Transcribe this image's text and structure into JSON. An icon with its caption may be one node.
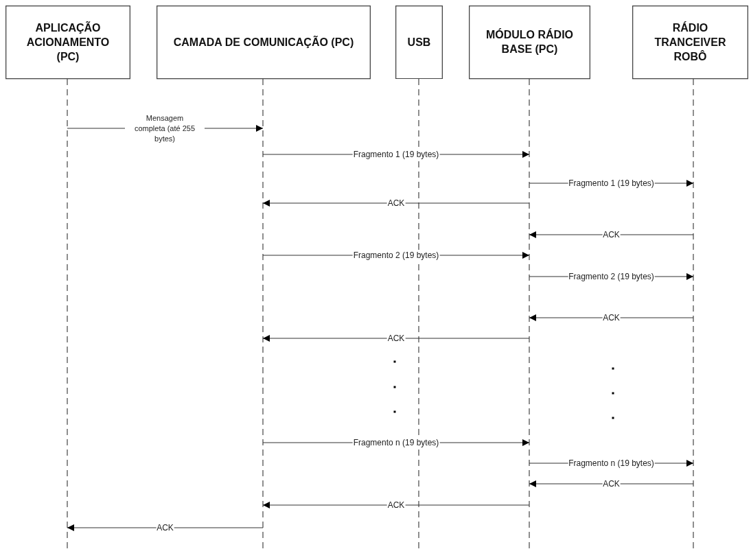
{
  "diagram": {
    "nodes": [
      {
        "text": [
          "APLICAÇÃO ACIONAMENTO (PC)"
        ]
      },
      {
        "text": [
          "CAMADA DE COMUNICAÇÃO (PC)"
        ]
      },
      {
        "text": [
          "USB"
        ]
      },
      {
        "text": [
          "MÓDULO RÁDIO BASE (PC)"
        ]
      },
      {
        "text": [
          "RÁDIO TRANCEIVER ROBÔ"
        ]
      }
    ],
    "edges": [
      {
        "from": 0,
        "to": 1,
        "arrow": "to",
        "label": "Mensagem completa (até 255 bytes)"
      },
      {
        "from": 1,
        "to": 3,
        "arrow": "to",
        "label": "Fragmento 1 (19 bytes)"
      },
      {
        "from": 3,
        "to": 4,
        "arrow": "to",
        "label": "Fragmento 1 (19 bytes)"
      },
      {
        "from": 3,
        "to": 1,
        "arrow": "to",
        "label": "ACK"
      },
      {
        "from": 4,
        "to": 3,
        "arrow": "to",
        "label": "ACK"
      },
      {
        "from": 1,
        "to": 3,
        "arrow": "to",
        "label": "Fragmento 2 (19 bytes)"
      },
      {
        "from": 3,
        "to": 4,
        "arrow": "to",
        "label": "Fragmento 2 (19 bytes)"
      },
      {
        "from": 4,
        "to": 3,
        "arrow": "to",
        "label": "ACK"
      },
      {
        "from": 3,
        "to": 1,
        "arrow": "to",
        "label": "ACK"
      },
      {
        "from": 1,
        "to": 3,
        "arrow": "to",
        "label": "Fragmento n (19 bytes)"
      },
      {
        "from": 3,
        "to": 4,
        "arrow": "to",
        "label": "Fragmento n (19 bytes)"
      },
      {
        "from": 4,
        "to": 3,
        "arrow": "to",
        "label": "ACK"
      },
      {
        "from": 3,
        "to": 1,
        "arrow": "to",
        "label": "ACK"
      },
      {
        "from": 1,
        "to": 0,
        "arrow": "to",
        "label": "ACK"
      }
    ]
  }
}
